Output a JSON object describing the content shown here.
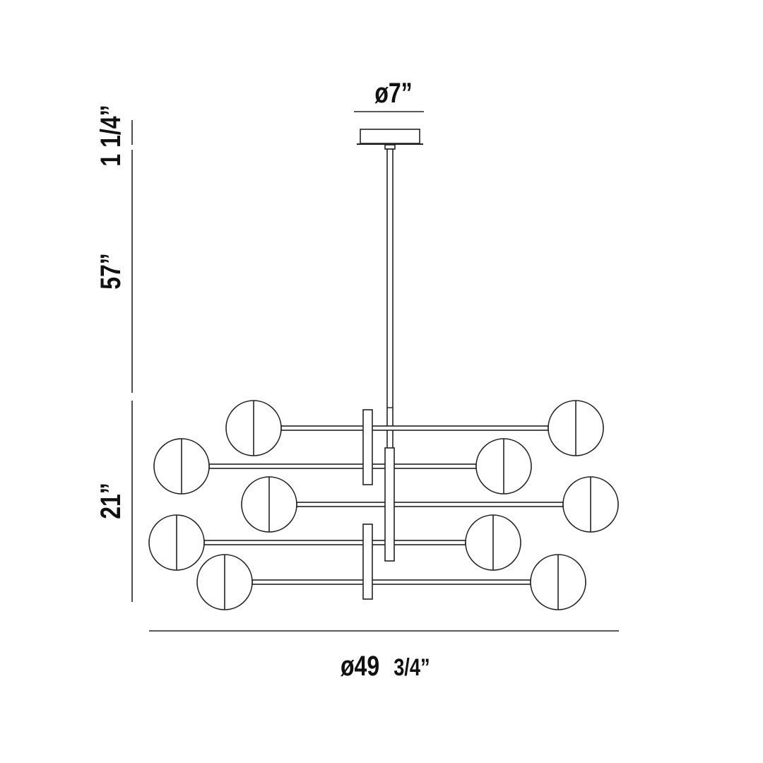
{
  "dimensions": {
    "canopy_diameter": "ø7”",
    "canopy_height": "1 1/4”",
    "stem_length": "57”",
    "fixture_height": "21”",
    "fixture_diameter_whole": "ø49",
    "fixture_diameter_fraction": "3/4”"
  },
  "colors": {
    "line": "#222222",
    "background": "#ffffff"
  }
}
